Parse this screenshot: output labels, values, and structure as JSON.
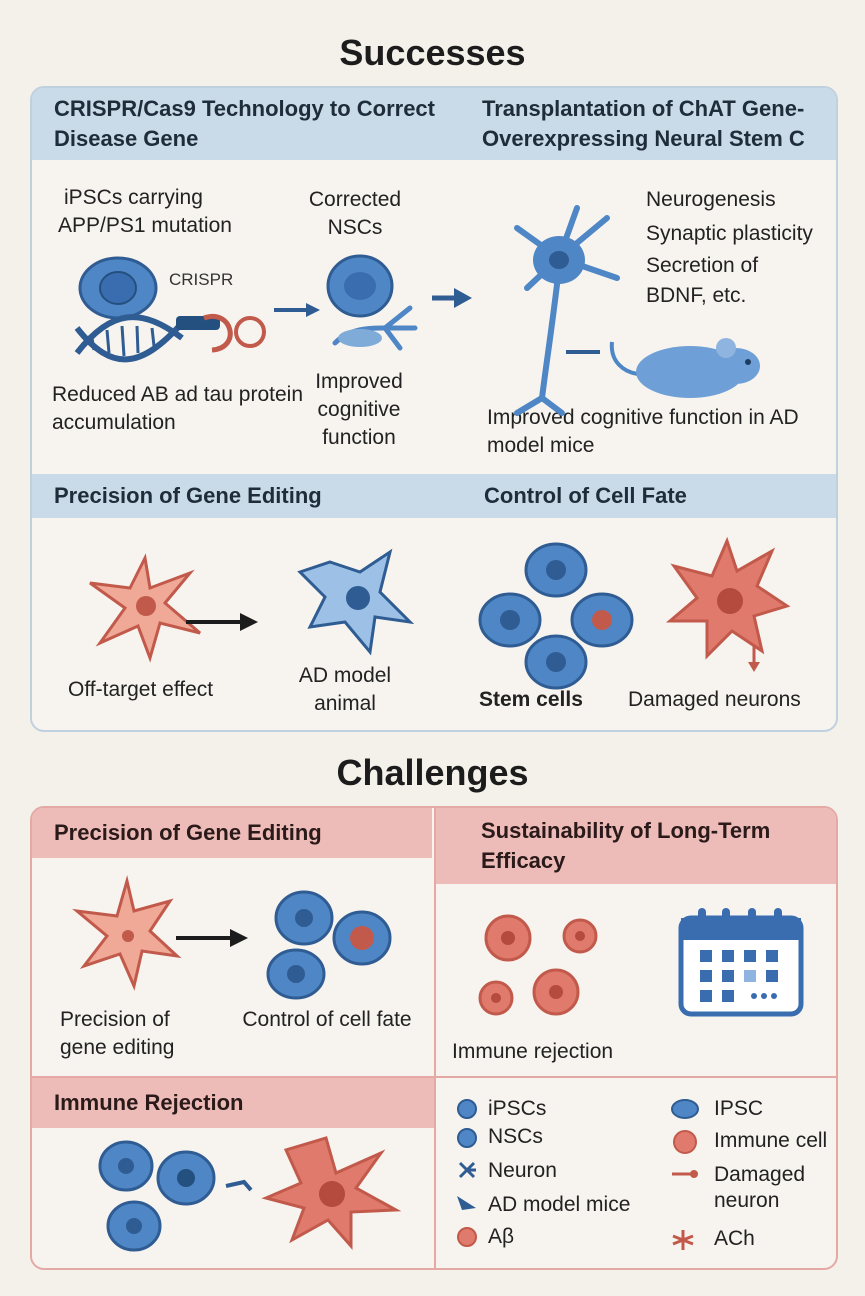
{
  "successes": {
    "title": "Successes",
    "crispr_header": "CRISPR/Cas9 Technology to Correct Disease Gene",
    "transplant_header": "Transplantation of ChAT Gene-Overexpressing Neural Stem C",
    "ipsc_label_line1": "iPSCs carrying",
    "ipsc_label_line2": "APP/PS1 mutation",
    "crispr_label": "CRISPR",
    "corrected_label": "Corrected NSCs",
    "reduced_label": "Reduced AB ad tau protein accumulation",
    "improved_label": "Improved cognitive function",
    "effects_line1": "Neurogenesis",
    "effects_line2": "Synaptic plasticity",
    "effects_line3": "Secretion of",
    "effects_line4": "BDNF, etc.",
    "mice_label": "Improved cognitive function in AD model mice",
    "precision_header": "Precision of Gene Editing",
    "fate_header": "Control of Cell Fate",
    "offtarget_label": "Off-target effect",
    "admodel_label": "AD model animal",
    "stemcells_label": "Stem cells",
    "damaged_label": "Damaged neurons"
  },
  "challenges": {
    "title": "Challenges",
    "precision_header": "Precision of Gene Editing",
    "sustain_header": "Sustainability of Long-Term Efficacy",
    "precision_label": "Precision of gene editing",
    "fate_label": "Control of cell fate",
    "immune_label": "Immune rejection",
    "immune_header": "Immune Rejection"
  },
  "legend": {
    "left": [
      "iPSCs",
      "NSCs",
      "Neuron",
      "AD model mice",
      "Aβ"
    ],
    "right_ipsc": "IPSC",
    "right_immune": "Immune cell",
    "right_damaged": "Damaged neuron",
    "right_ach": "ACh"
  },
  "colors": {
    "blue": "#4f86c6",
    "blue_light": "#7fabd9",
    "red": "#e07a6c",
    "red_light": "#f0a897",
    "dark": "#1c1c1c"
  }
}
